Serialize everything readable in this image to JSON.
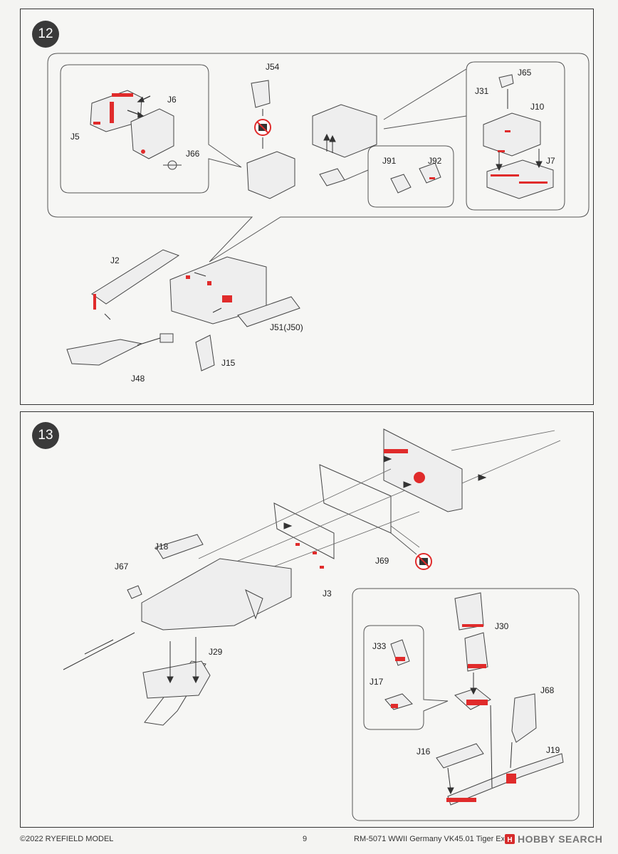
{
  "steps": [
    {
      "number": "12",
      "labels": [
        "J54",
        "J65",
        "J6",
        "J31",
        "J10",
        "J5",
        "J66",
        "J91",
        "J92",
        "J7",
        "J2",
        "J51(J50)",
        "J15",
        "J48"
      ]
    },
    {
      "number": "13",
      "labels": [
        "J18",
        "J67",
        "J69",
        "J3",
        "J29",
        "J30",
        "J33",
        "J17",
        "J68",
        "J16",
        "J19"
      ]
    }
  ],
  "footer": {
    "copyright": "©2022 RYEFIELD MODEL",
    "page_number": "9",
    "product": "RM-5071 WWII Germany VK45.01 Tiger Experimental Series"
  },
  "watermark": {
    "text": "HOBBY SEARCH"
  },
  "colors": {
    "highlight_red": "#e02b2b",
    "line": "#333333",
    "badge": "#3a3a3a"
  }
}
